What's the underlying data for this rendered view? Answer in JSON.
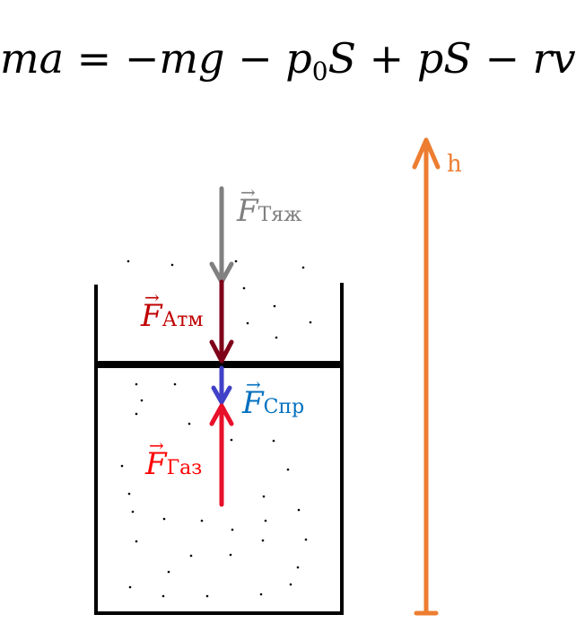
{
  "equation": {
    "text": "ma = −mg − p₀S + pS − rv",
    "parts": [
      "ma",
      "=",
      "−mg",
      "−",
      "p",
      "0",
      "S",
      "+",
      "pS",
      "−",
      "rv"
    ]
  },
  "forces": [
    {
      "symbol": "F",
      "subscript": "Тяж",
      "color": "#7f7f7f"
    },
    {
      "symbol": "F",
      "subscript": "Атм",
      "color": "#c00000"
    },
    {
      "symbol": "F",
      "subscript": "Спр",
      "color": "#0070c0"
    },
    {
      "symbol": "F",
      "subscript": "Газ",
      "color": "#ff0000"
    }
  ],
  "height_axis": {
    "label": "h",
    "color": "#ed7d31"
  },
  "colors": {
    "gravity_arrow": "#808080",
    "atm_arrow": "#7f0019",
    "spring_arrow": "#4040c8",
    "gas_arrow": "#e8102a",
    "vessel": "#000000"
  }
}
